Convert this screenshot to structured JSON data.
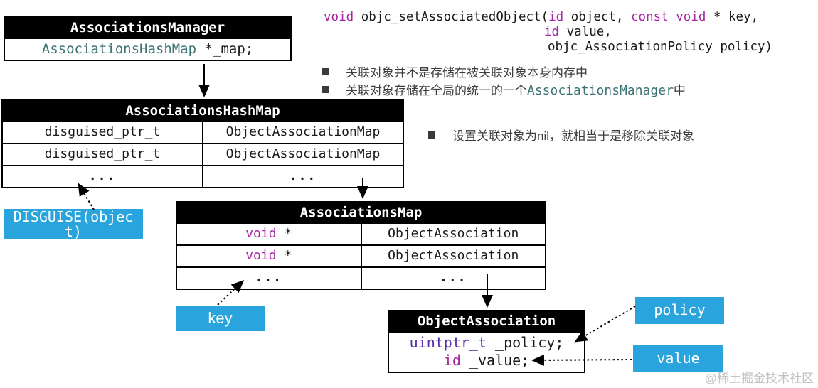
{
  "colors": {
    "accent_blue": "#29A4DD",
    "type_teal": "#3C7373",
    "keyword_magenta": "#A626A4",
    "type_violet": "#5A2EA6",
    "header_bg": "#000000"
  },
  "code_snippet": {
    "line1": {
      "kw1": "void",
      "t1": " objc_setAssociatedObject(",
      "kw2": "id",
      "t2": " object, ",
      "kw3": "const void",
      "t3": " * key,"
    },
    "line2": {
      "kw1": "id",
      "t1": " value,"
    },
    "line3": {
      "t1": "objc_AssociationPolicy policy)"
    }
  },
  "manager_box": {
    "title": "AssociationsManager",
    "field_type": "AssociationsHashMap",
    "field_rest": " *_map;"
  },
  "hashmap_table": {
    "title": "AssociationsHashMap",
    "rows": [
      {
        "left": "disguised_ptr_t",
        "right": "ObjectAssociationMap"
      },
      {
        "left": "disguised_ptr_t",
        "right": "ObjectAssociationMap"
      },
      {
        "left": "...",
        "right": "..."
      }
    ]
  },
  "map_table": {
    "title": "AssociationsMap",
    "rows": [
      {
        "left_kw": "void",
        "left_rest": " *",
        "right": "ObjectAssociation"
      },
      {
        "left_kw": "void",
        "left_rest": " *",
        "right": "ObjectAssociation"
      },
      {
        "left": "...",
        "right": "..."
      }
    ]
  },
  "object_box": {
    "title": "ObjectAssociation",
    "field1_type": "uintptr_t",
    "field1_rest": " _policy;",
    "field2_type": "id",
    "field2_rest": " _value;"
  },
  "notes": {
    "bullet1": "关联对象并不是存储在被关联对象本身内存中",
    "bullet2_prefix": "关联对象存储在全局的统一的一个",
    "bullet2_code": "AssociationsManager",
    "bullet2_suffix": "中",
    "bullet3": "设置关联对象为nil，就相当于是移除关联对象"
  },
  "labels": {
    "disguise": "DISGUISE(object)",
    "key": "key",
    "policy": "policy",
    "value": "value"
  },
  "watermark": "@稀土掘金技术社区"
}
